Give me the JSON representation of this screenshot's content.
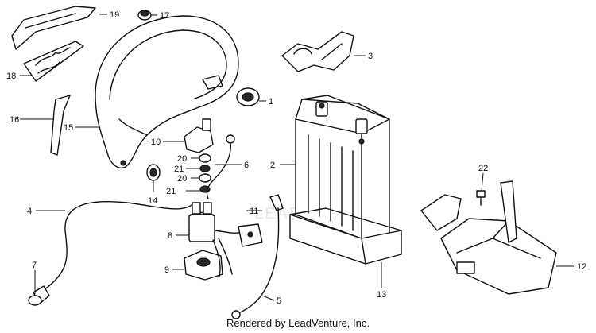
{
  "diagram": {
    "callouts": {
      "c1": "1",
      "c2": "2",
      "c3": "3",
      "c4": "4",
      "c5": "5",
      "c6": "6",
      "c7": "7",
      "c8": "8",
      "c9": "9",
      "c10": "10",
      "c11": "11",
      "c12": "12",
      "c13": "13",
      "c14": "14",
      "c15": "15",
      "c16": "16",
      "c17": "17",
      "c18": "18",
      "c19": "19",
      "c20a": "20",
      "c20b": "20",
      "c21a": "21",
      "c21b": "21",
      "c22": "22"
    },
    "watermark": "LEADVENTURE",
    "footer": "Rendered by LeadVenture, Inc."
  }
}
